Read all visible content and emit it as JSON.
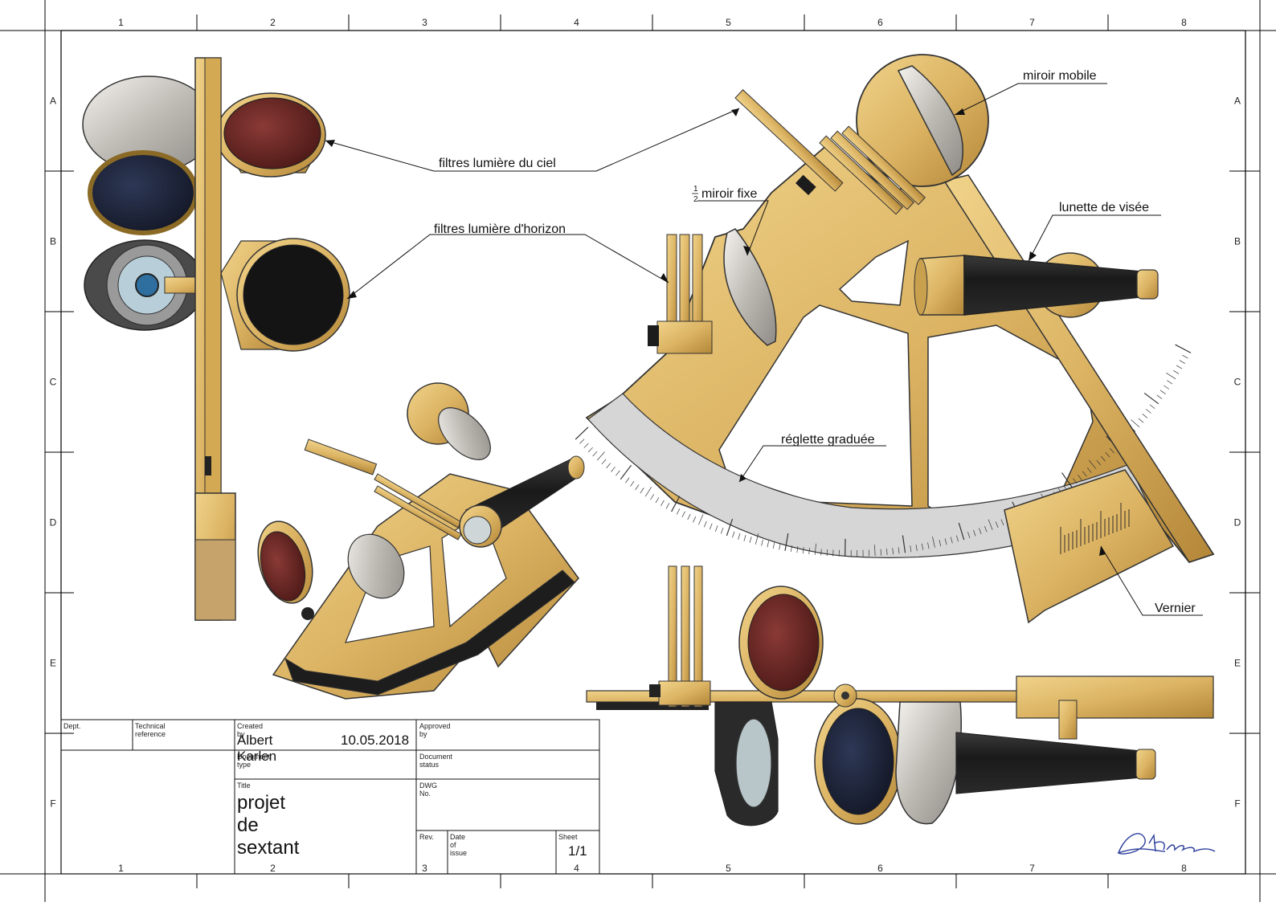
{
  "frame": {
    "columns": [
      "1",
      "2",
      "3",
      "4",
      "5",
      "6",
      "7",
      "8"
    ],
    "rows": [
      "A",
      "B",
      "C",
      "D",
      "E",
      "F"
    ]
  },
  "callouts": {
    "miroir_mobile": "miroir mobile",
    "filtres_ciel": "filtres lumière du ciel",
    "miroir_fixe_fraction_num": "1",
    "miroir_fixe_fraction_den": "2",
    "miroir_fixe": "miroir fixe",
    "lunette": "lunette de visée",
    "filtres_horizon": "filtres lumière d'horizon",
    "reglette": "réglette graduée",
    "vernier": "Vernier"
  },
  "title_block": {
    "dept_label": "Dept.",
    "tech_ref_label": "Technical reference",
    "created_by_label": "Created by",
    "created_by": "Albert Karlen",
    "date": "10.05.2018",
    "approved_by_label": "Approved by",
    "doc_type_label": "Document type",
    "doc_status_label": "Document status",
    "title_label": "Title",
    "title": "projet de sextant",
    "dwg_label": "DWG No.",
    "rev_label": "Rev.",
    "date_issue_label": "Date of issue",
    "sheet_label": "Sheet",
    "sheet": "1/1"
  },
  "colors": {
    "brass": "#e0b968",
    "brass_dark": "#b58a3a",
    "scale": "#d8d8d8",
    "filter_red": "#6e2a28",
    "filter_blue": "#1c2236",
    "filter_black": "#151515",
    "scope_black": "#1e1e1e",
    "mirror": "#c9c6c0",
    "signature": "#2c3e9a"
  }
}
